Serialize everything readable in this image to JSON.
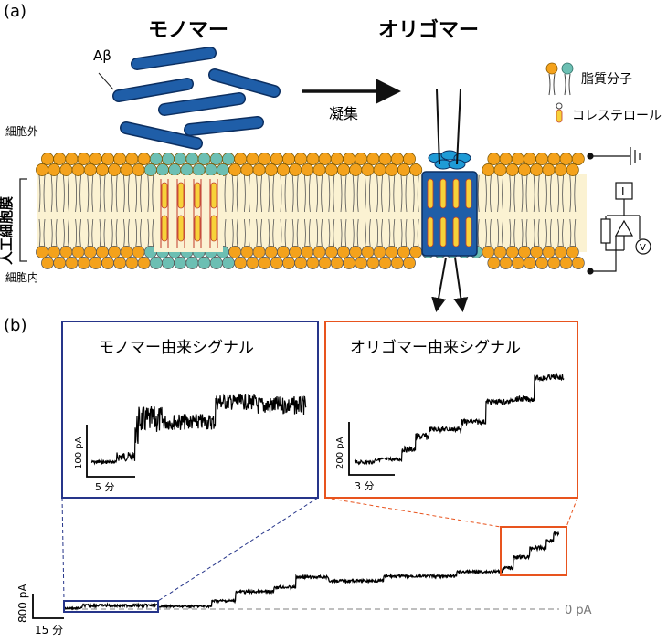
{
  "panel_a": {
    "label": "(a)",
    "monomer_title": "モノマー",
    "oligomer_title": "オリゴマー",
    "abeta_label": "Aβ",
    "aggregation_label": "凝集",
    "outside_label": "細胞外",
    "inside_label": "細胞内",
    "membrane_label": "人工細胞膜",
    "legend": {
      "lipid": "脂質分子",
      "cholesterol": "コレステロール"
    },
    "circuit": {
      "current_symbol": "I",
      "voltage_symbol": "V"
    }
  },
  "panel_b": {
    "label": "(b)",
    "inset_monomer": {
      "title": "モノマー由来シグナル",
      "scale_y": "100 pA",
      "scale_x": "5 分",
      "border_color": "#26358a"
    },
    "inset_oligomer": {
      "title": "オリゴマー由来シグナル",
      "scale_y": "200 pA",
      "scale_x": "3 分",
      "border_color": "#e8541e"
    },
    "main_trace": {
      "scale_y": "800 pA",
      "scale_x": "15 分",
      "baseline_label": "0 pA"
    }
  },
  "colors": {
    "lipid_head_orange": "#f4a21c",
    "lipid_head_teal": "#6cbfb3",
    "membrane_fill": "#fbf2d2",
    "abeta_blue": "#1f5ea8",
    "cholesterol": "#f7d23a"
  }
}
